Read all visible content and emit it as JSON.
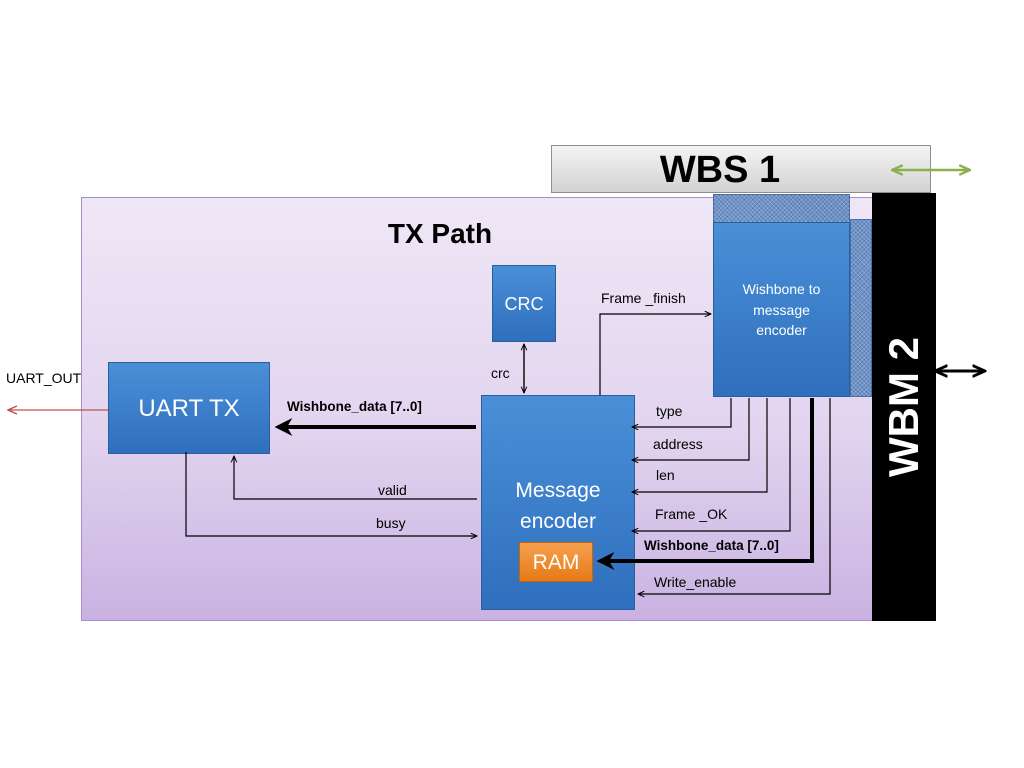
{
  "diagram": {
    "title": "TX Path",
    "wbs1_label": "WBS 1",
    "wbm2_label": "WBM 2",
    "blocks": {
      "crc": "CRC",
      "uart_tx": "UART  TX",
      "message_encoder": "Message\nencoder",
      "ram": "RAM",
      "wishbone_encoder": "Wishbone to\nmessage\nencoder"
    },
    "signals": {
      "uart_out": "UART_OUT",
      "wishbone_data_left": "Wishbone_data [7..0]",
      "crc": "crc",
      "frame_finish": "Frame _finish",
      "type": "type",
      "address": "address",
      "len": "len",
      "frame_ok": "Frame _OK",
      "wishbone_data_right": "Wishbone_data [7..0]",
      "write_enable": "Write_enable",
      "valid": "valid",
      "busy": "busy"
    },
    "colors": {
      "block_blue": "#2f6fbd",
      "ram_orange": "#e57a16",
      "region_purple": "#e2d4ef",
      "wbm_black": "#000000",
      "bus_arrow_green": "#8db04f",
      "uart_out_arrow_red": "#c0504d"
    }
  }
}
